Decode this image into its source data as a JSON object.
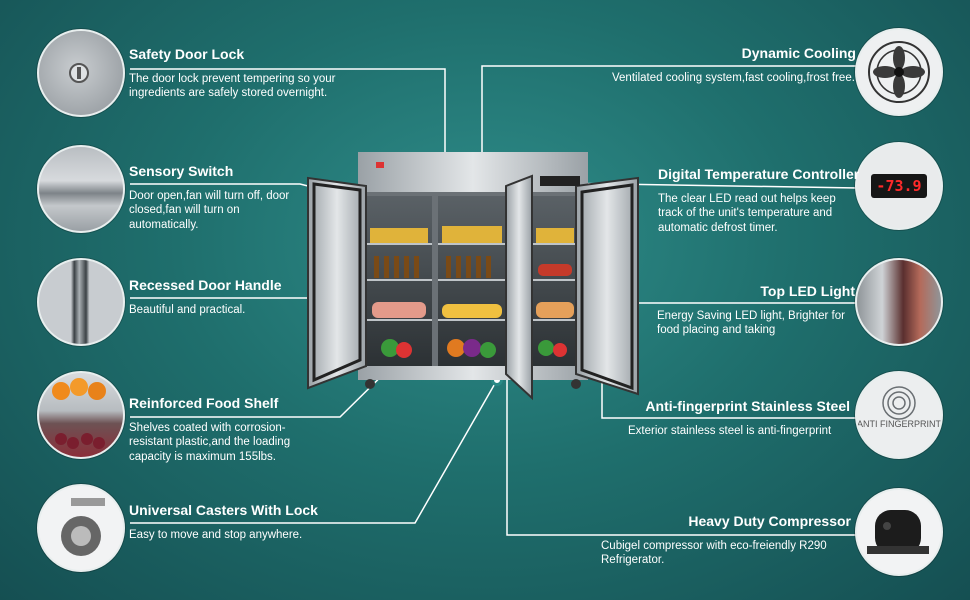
{
  "features": {
    "safety_door_lock": {
      "title": "Safety Door Lock",
      "desc": "The door lock prevent tempering so your ingredients are safely stored overnight."
    },
    "sensory_switch": {
      "title": "Sensory Switch",
      "desc": "Door open,fan will turn off, door closed,fan will turn on automatically."
    },
    "recessed_door_handle": {
      "title": "Recessed Door Handle",
      "desc": "Beautiful and practical."
    },
    "reinforced_food_shelf": {
      "title": "Reinforced Food Shelf",
      "desc": "Shelves coated with corrosion-resistant plastic,and the loading capacity is maximum 155lbs."
    },
    "universal_casters": {
      "title": "Universal Casters With Lock",
      "desc": "Easy to move and stop anywhere."
    },
    "dynamic_cooling": {
      "title": "Dynamic Cooling",
      "desc": "Ventilated cooling system,fast cooling,frost free."
    },
    "digital_temp_controller": {
      "title": "Digital Temperature Controller",
      "desc": "The clear LED read out helps keep track of the unit's temperature and automatic defrost timer."
    },
    "top_led_light": {
      "title": "Top LED Light",
      "desc": "Energy Saving LED light, Brighter for food placing and taking"
    },
    "anti_fingerprint": {
      "title": "Anti-fingerprint Stainless Steel",
      "desc": "Exterior stainless steel is anti-fingerprint"
    },
    "heavy_duty_compressor": {
      "title": "Heavy Duty Compressor",
      "desc": "Cubigel compressor with eco-freiendly R290 Refrigerator."
    }
  },
  "thumbnails": {
    "temp_display": "-73.9",
    "anti_fingerprint_text": "ANTI FINGERPRINT"
  },
  "colors": {
    "background": "#1f6f6d",
    "accent": "#2a8a86",
    "steel": "#c7ccd0"
  }
}
